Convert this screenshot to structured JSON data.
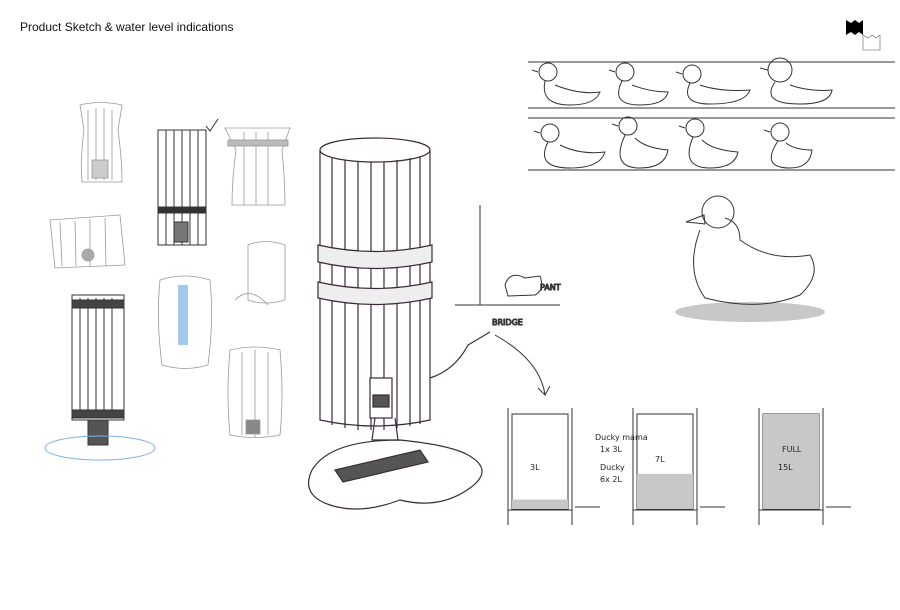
{
  "page": {
    "title": "Product Sketch & water level indications"
  },
  "colors": {
    "ink": "#333333",
    "water": "#c8c8c8",
    "shadow": "#b0b0b0",
    "accent_blue": "#7fb0e8"
  },
  "annotations": {
    "tank_1": "3L",
    "tank_2": "7L",
    "tank_3_line1": "FULL",
    "tank_3_line2": "15L",
    "legend_mama_1": "Ducky mama",
    "legend_mama_2": "1x 3L",
    "legend_ducky_1": "Ducky",
    "legend_ducky_2": "6x 2L",
    "bridge": "BRIDGE",
    "pant": "PANT"
  },
  "water_levels": [
    0.1,
    0.37,
    1.0
  ]
}
